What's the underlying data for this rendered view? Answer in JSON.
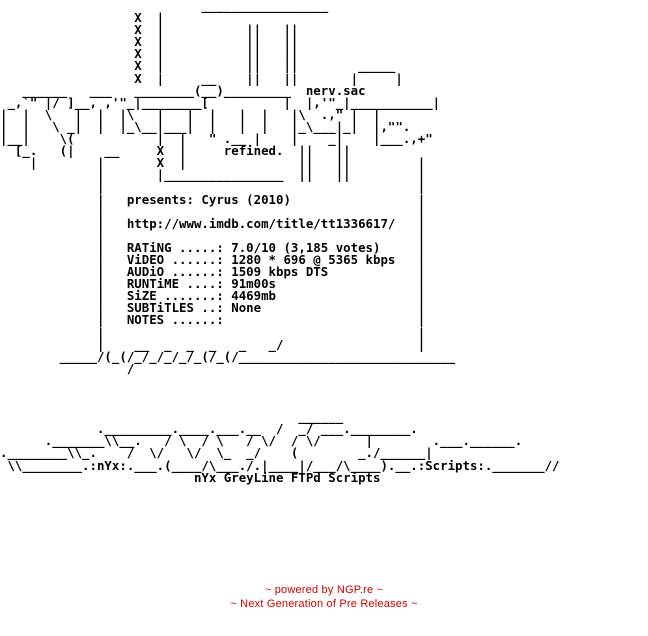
{
  "nfo": {
    "lines": [
      "                           _________________",
      "                  X  |                      ",
      "                  X  |           ||   ||    ",
      "                  X  |           ||   ||    ",
      "                  X  |           ||   ||    ",
      "                  X  |           ||   ||        _____",
      "                  X  |     __    ||   ||       |     |",
      "   ______   ___   ________(__)_________  nerv.sac",
      " _,`\" |/ ]__, ,'\"_|________[          |  |,'\"_|___________|",
      "|  |  \\   |  |  |\\   |   |  |   |  |   |\\  .,\" |  |",
      "|  |   \\ _|  |  |_\\__|___|  |   |  |   |_\\___|_|  |,\"\".",
      "|__|    \\(           |  |   \" .__ |    |    _|    |___.,+\"",
      "  [_.   (|    __     X  |     refined.  ||   ||",
      "    |        |       X  |               ||   ||         |",
      "             |       |________________  ||   ||         |",
      "             |                                          |",
      "             |   presents: Cyrus (2010)                 |",
      "             |                                          |",
      "             |   http://www.imdb.com/title/tt1336617/   |",
      "             |                                          |",
      "             |   RATiNG .....: 7.0/10 (3,185 votes)     |",
      "             |   ViDEO ......: 1280 * 696 @ 5365 kbps   |",
      "             |   AUDiO ......: 1509 kbps DTS            |",
      "             |   RUNTiME ....: 91m00s                   |",
      "             |   SiZE .......: 4469mb                   |",
      "             |   SUBTiTLES ..: None                     |",
      "             |   NOTES ......:                          |",
      "             |                                          |",
      "             |    __  _  _  _   _   _/                  |",
      "        _____/(_(/_/_/_/_/_(/_(/_____________________________",
      "                 /                                    ",
      "",
      "",
      "",
      "                                        ______",
      "             ._________.____.___.__  /  _/ ___.________.",
      "      ._______\\\\__.   / \\  / \\   / \\/  / \\/      |        .___.______.",
      ".________\\\\_.    /  \\/   \\/  \\_  _/    (        _./______|",
      " \\\\________.:nYx:.___.(____/\\___./.|____|/___/\\____).__.:Scripts:._______//",
      "                          nYx GreyLine FTPd Scripts"
    ],
    "footer_line1": "~ powered by NGP.re ~",
    "footer_line2": "~ Next Generation of Pre Releases ~"
  }
}
